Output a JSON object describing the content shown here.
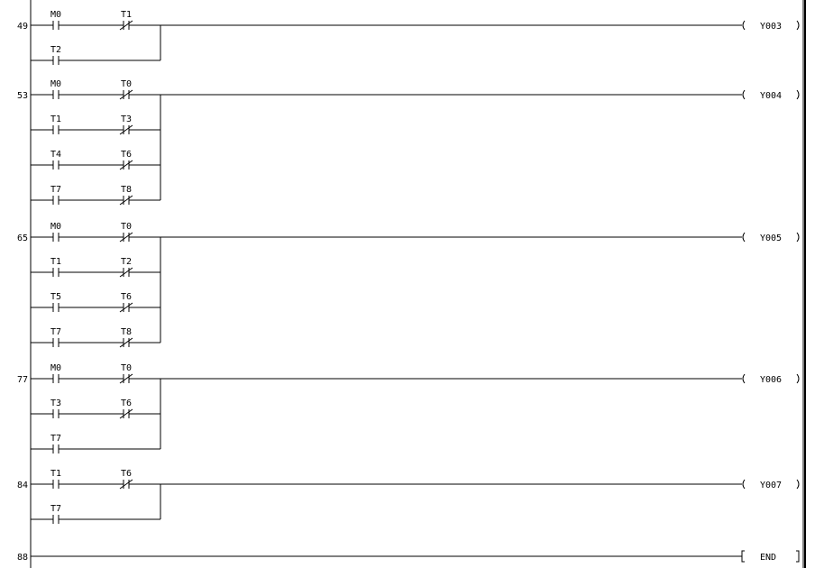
{
  "ladder": {
    "rungs": [
      {
        "step": "49",
        "output": {
          "kind": "coil",
          "label": "Y003"
        },
        "branches": [
          [
            {
              "label": "M0",
              "type": "no"
            },
            {
              "label": "T1",
              "type": "nc"
            }
          ],
          [
            {
              "label": "T2",
              "type": "no"
            }
          ]
        ]
      },
      {
        "step": "53",
        "output": {
          "kind": "coil",
          "label": "Y004"
        },
        "branches": [
          [
            {
              "label": "M0",
              "type": "no"
            },
            {
              "label": "T0",
              "type": "nc"
            }
          ],
          [
            {
              "label": "T1",
              "type": "no"
            },
            {
              "label": "T3",
              "type": "nc"
            }
          ],
          [
            {
              "label": "T4",
              "type": "no"
            },
            {
              "label": "T6",
              "type": "nc"
            }
          ],
          [
            {
              "label": "T7",
              "type": "no"
            },
            {
              "label": "T8",
              "type": "nc"
            }
          ]
        ]
      },
      {
        "step": "65",
        "output": {
          "kind": "coil",
          "label": "Y005"
        },
        "branches": [
          [
            {
              "label": "M0",
              "type": "no"
            },
            {
              "label": "T0",
              "type": "nc"
            }
          ],
          [
            {
              "label": "T1",
              "type": "no"
            },
            {
              "label": "T2",
              "type": "nc"
            }
          ],
          [
            {
              "label": "T5",
              "type": "no"
            },
            {
              "label": "T6",
              "type": "nc"
            }
          ],
          [
            {
              "label": "T7",
              "type": "no"
            },
            {
              "label": "T8",
              "type": "nc"
            }
          ]
        ]
      },
      {
        "step": "77",
        "output": {
          "kind": "coil",
          "label": "Y006"
        },
        "branches": [
          [
            {
              "label": "M0",
              "type": "no"
            },
            {
              "label": "T0",
              "type": "nc"
            }
          ],
          [
            {
              "label": "T3",
              "type": "no"
            },
            {
              "label": "T6",
              "type": "nc"
            }
          ],
          [
            {
              "label": "T7",
              "type": "no"
            }
          ]
        ]
      },
      {
        "step": "84",
        "output": {
          "kind": "coil",
          "label": "Y007"
        },
        "branches": [
          [
            {
              "label": "T1",
              "type": "no"
            },
            {
              "label": "T6",
              "type": "nc"
            }
          ],
          [
            {
              "label": "T7",
              "type": "no"
            }
          ]
        ]
      },
      {
        "step": "88",
        "output": {
          "kind": "instruction",
          "label": "END"
        },
        "branches": []
      }
    ]
  }
}
